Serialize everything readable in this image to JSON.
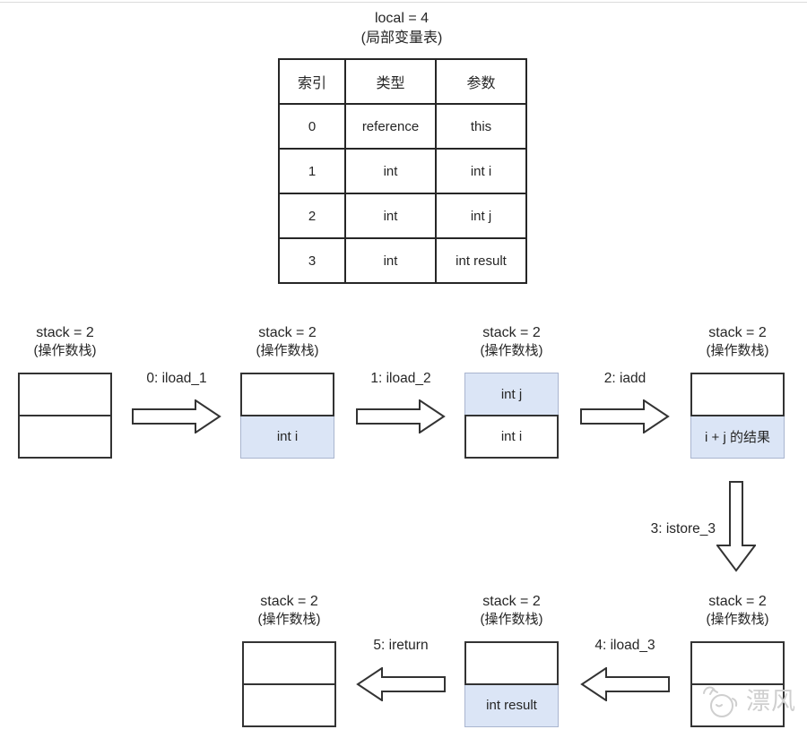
{
  "title": {
    "line1": "local = 4",
    "line2": "(局部变量表)"
  },
  "table": {
    "headers": [
      "索引",
      "类型",
      "参数"
    ],
    "rows": [
      [
        "0",
        "reference",
        "this"
      ],
      [
        "1",
        "int",
        "int i"
      ],
      [
        "2",
        "int",
        "int j"
      ],
      [
        "3",
        "int",
        "int result"
      ]
    ]
  },
  "stacks": {
    "label": "stack = 2",
    "sublabel": "(操作数栈)",
    "top_row": [
      {
        "cells": [
          "",
          ""
        ]
      },
      {
        "cells": [
          "",
          "int i"
        ]
      },
      {
        "cells": [
          "int j",
          "int i"
        ]
      },
      {
        "cells": [
          "",
          "i + j 的结果"
        ]
      }
    ],
    "bottom_row": [
      {
        "cells": [
          "",
          ""
        ]
      },
      {
        "cells": [
          "",
          "int result"
        ]
      },
      {
        "cells": [
          "",
          ""
        ]
      }
    ]
  },
  "instructions": {
    "iload_1": "0: iload_1",
    "iload_2": "1: iload_2",
    "iadd": "2: iadd",
    "istore_3": "3: istore_3",
    "iload_3": "4: iload_3",
    "ireturn": "5: ireturn"
  },
  "watermark": {
    "text": "漂风"
  },
  "colors": {
    "highlight_fill": "#dbe5f6",
    "highlight_border": "#a9b5cf",
    "box_border": "#333333",
    "text": "#262626",
    "watermark": "#cfcfcf"
  }
}
